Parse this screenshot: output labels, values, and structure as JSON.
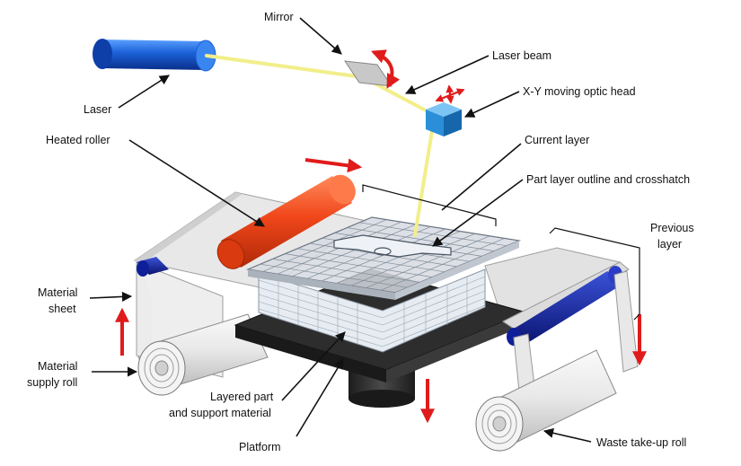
{
  "labels": {
    "mirror": "Mirror",
    "laser_beam": "Laser beam",
    "laser": "Laser",
    "optic_head": "X-Y moving optic head",
    "heated_roller": "Heated roller",
    "current_layer": "Current layer",
    "part_outline": "Part layer outline and crosshatch",
    "previous_layer_1": "Previous",
    "previous_layer_2": "layer",
    "material_sheet_1": "Material",
    "material_sheet_2": "sheet",
    "supply_roll_1": "Material",
    "supply_roll_2": "supply roll",
    "layered_part_1": "Layered part",
    "layered_part_2": "and support material",
    "platform": "Platform",
    "waste_roll": "Waste take-up roll"
  },
  "colors": {
    "laser_body": "#1a5fd6",
    "laser_beam": "#f2ee8a",
    "optic_head": "#2a8fd8",
    "heated_roller": "#f0461a",
    "motion_arrow": "#e01b1b",
    "blue_roller": "#0f1f9a",
    "platform": "#2a2a2a",
    "sheet": "#e4e4e4"
  }
}
